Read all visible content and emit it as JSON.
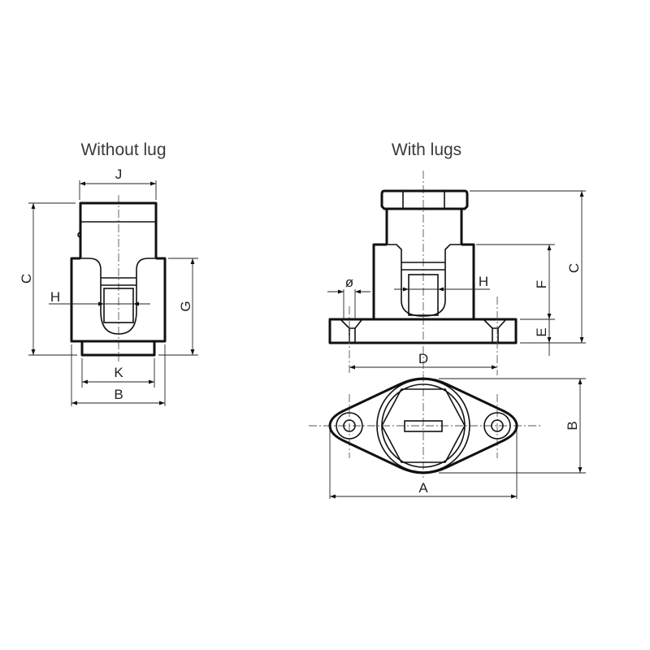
{
  "views": {
    "without_lug": {
      "title": "Without lug",
      "dimensions": {
        "J": "J",
        "C": "C",
        "H": "H",
        "G": "G",
        "K": "K",
        "B": "B"
      }
    },
    "with_lugs": {
      "title": "With lugs",
      "dimensions": {
        "diameter": "ø",
        "H": "H",
        "F": "F",
        "C": "C",
        "E": "E",
        "D": "D",
        "A": "A",
        "B": "B"
      }
    }
  },
  "colors": {
    "line": "#111111",
    "text": "#3a3a3a",
    "background": "#ffffff"
  }
}
